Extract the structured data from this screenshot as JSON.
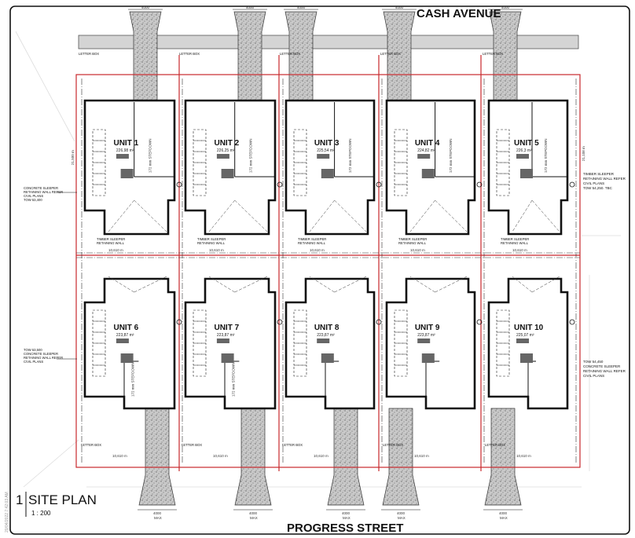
{
  "drawing": {
    "title_number": "1",
    "title": "SITE PLAN",
    "scale": "1 : 200",
    "print_stamp": "20/04/2022 7:42:03 AM"
  },
  "streets": {
    "north": "CASH AVENUE",
    "south": "PROGRESS STREET"
  },
  "units": [
    {
      "name": "UNIT 1",
      "area": "226,98 m²",
      "stepdown": "172 mm STEPDOWN"
    },
    {
      "name": "UNIT 2",
      "area": "226,25 m²",
      "stepdown": "172 mm STEPDOWN"
    },
    {
      "name": "UNIT 3",
      "area": "225,54 m²",
      "stepdown": "172 mm STEPDOWN"
    },
    {
      "name": "UNIT 4",
      "area": "224,82 m²",
      "stepdown": "172 mm STEPDOWN"
    },
    {
      "name": "UNIT 5",
      "area": "226,3 m²",
      "stepdown": "172 mm STEPDOWN"
    },
    {
      "name": "UNIT 6",
      "area": "223,87 m²",
      "stepdown": "172 mm STEPDOWN"
    },
    {
      "name": "UNIT 7",
      "area": "223,87 m²",
      "stepdown": "172 mm STEPDOWN"
    },
    {
      "name": "UNIT 8",
      "area": "223,87 m²",
      "stepdown": ""
    },
    {
      "name": "UNIT 9",
      "area": "223,87 m²",
      "stepdown": ""
    },
    {
      "name": "UNIT 10",
      "area": "225,07 m²",
      "stepdown": ""
    }
  ],
  "notes": {
    "letter_box": "LETTER BOX",
    "timber_wall_1": "TIMBER SLEEPER",
    "timber_wall_2": "RETAINING WALL",
    "concrete_left_top": [
      "CONCRETE SLEEPER",
      "RETAINING WALL REFER",
      "CIVIL PLANS",
      "TOW 53,400"
    ],
    "concrete_left_bottom": [
      "TOW 53,500",
      "CONCRETE SLEEPER",
      "RETAINING WALL REFER",
      "CIVIL PLANS"
    ],
    "timber_right_top": [
      "TIMBER SLEEPER",
      "RETAINING WALL REFER",
      "CIVIL PLANS",
      "TOW 54,250. TBC"
    ],
    "concrete_right_bottom": [
      "TOW 54,450",
      "CONCRETE SLEEPER",
      "RETAINING WALL REFER",
      "CIVIL PLANS"
    ],
    "driveway_width": "4000",
    "driveway_max": "MAX",
    "lot_width": "10,610 m",
    "lot_depth_left": "21,500 m",
    "lot_depth_right": "21,108 m"
  },
  "colors": {
    "boundary": "#c8282d",
    "walls": "#111111",
    "driveway": "#b9b9b9",
    "road": "#d2d2d2"
  }
}
